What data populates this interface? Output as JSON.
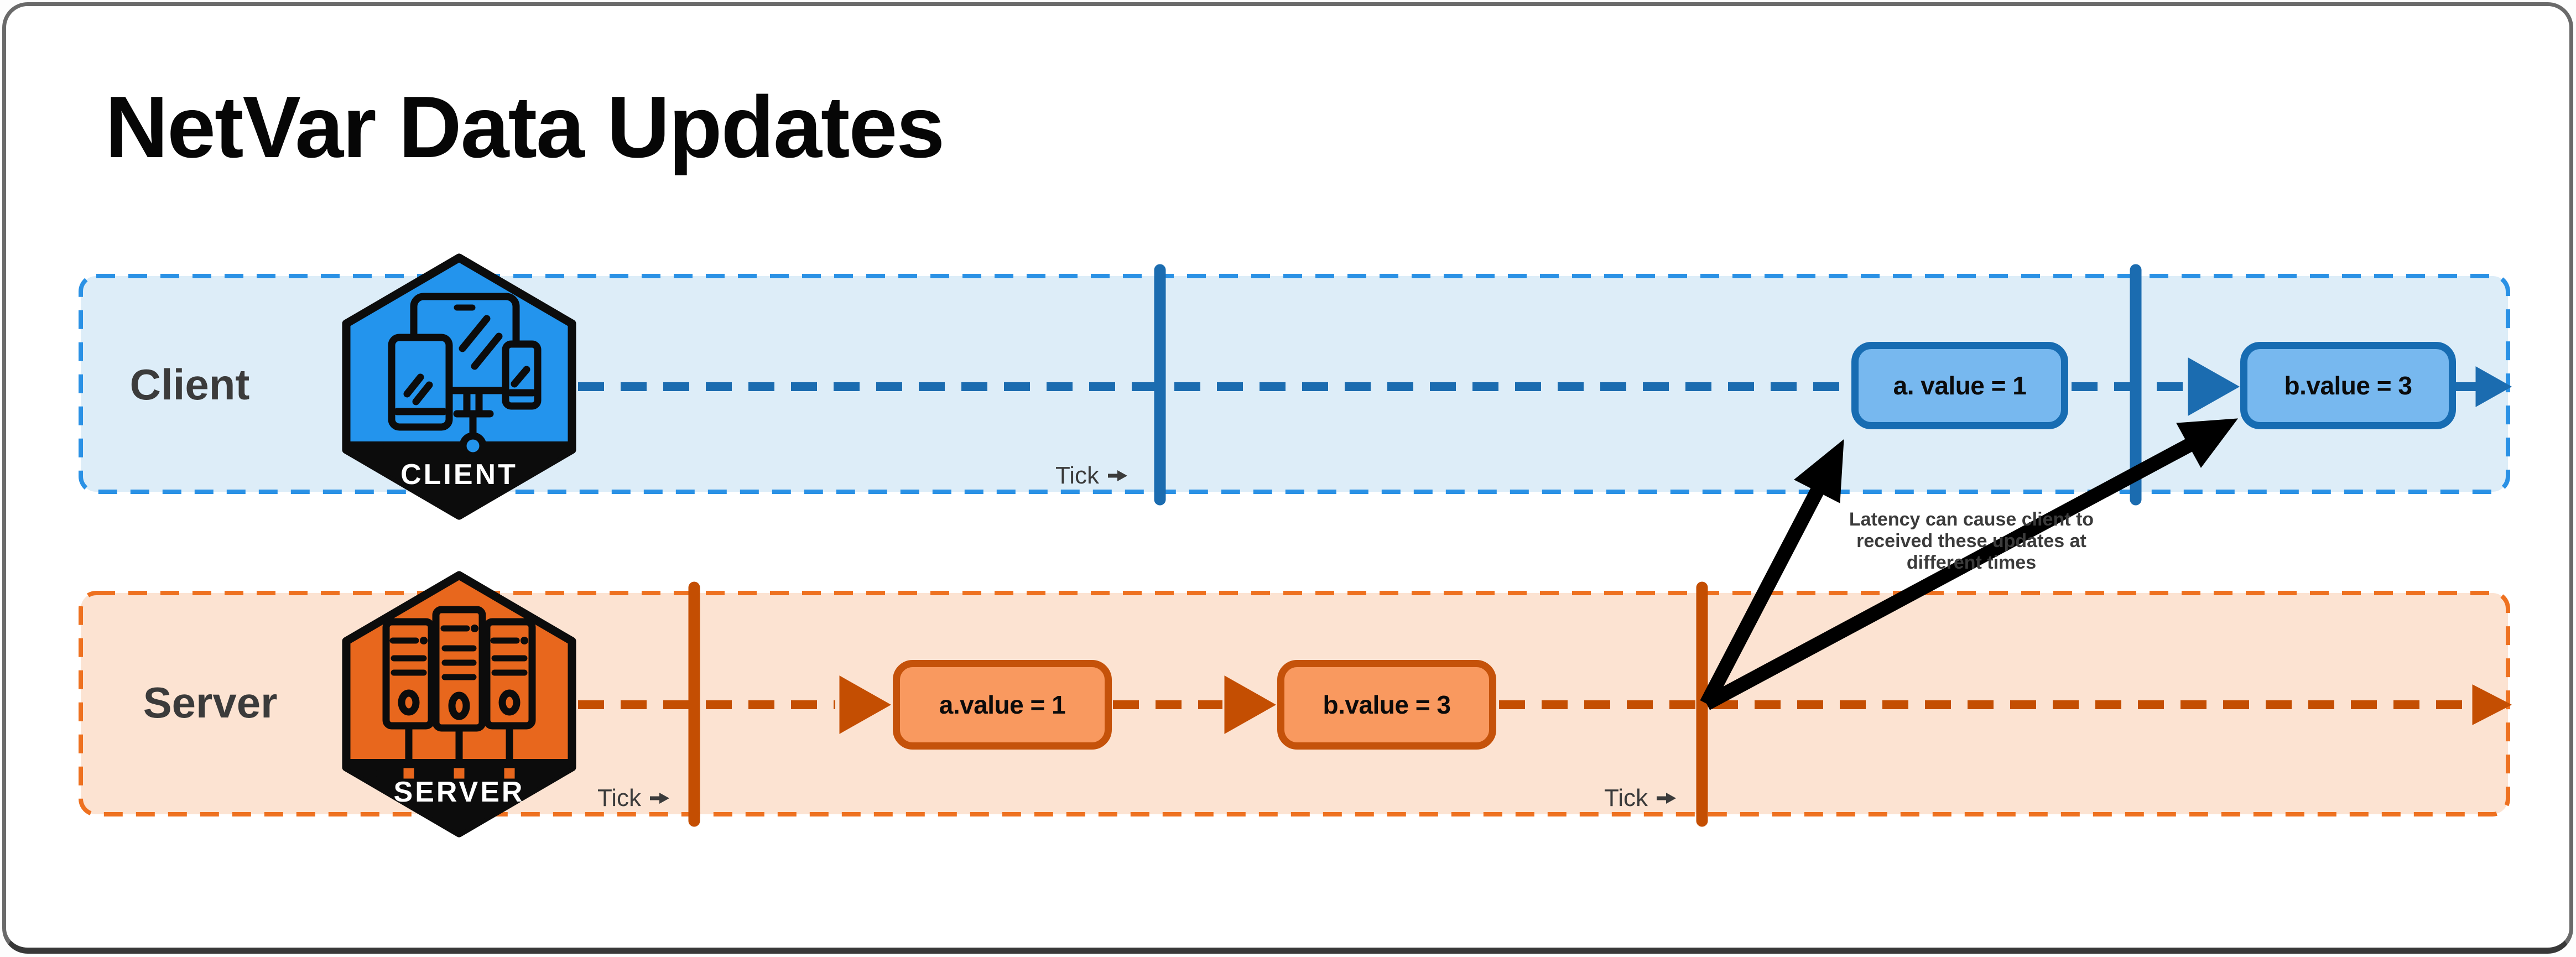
{
  "title": "NetVar Data Updates",
  "client_lane": {
    "label": "Client",
    "badge": "CLIENT",
    "tick_label": "Tick",
    "box1": "a. value = 1",
    "box2": "b.value = 3"
  },
  "server_lane": {
    "label": "Server",
    "badge": "SERVER",
    "tick_label_1": "Tick",
    "tick_label_2": "Tick",
    "box1": "a.value = 1",
    "box2": "b.value = 3"
  },
  "annotation": {
    "line1": "Latency can cause client to",
    "line2": "received these updates at",
    "line3": "different times"
  },
  "colors": {
    "client_fill": "#ddedf8",
    "client_accent": "#2a91e5",
    "client_line": "#1b6cb0",
    "client_hex": "#2394ed",
    "client_box_fill": "#77b8ef",
    "client_box_border": "#176cb2",
    "server_fill": "#fce3d2",
    "server_accent": "#ee7120",
    "server_line": "#c44e02",
    "server_hex": "#e8671d",
    "server_box_fill": "#f9995f",
    "server_box_border": "#c5520a",
    "text_dark": "#3b3b3b",
    "ink": "#0c0c0c"
  }
}
